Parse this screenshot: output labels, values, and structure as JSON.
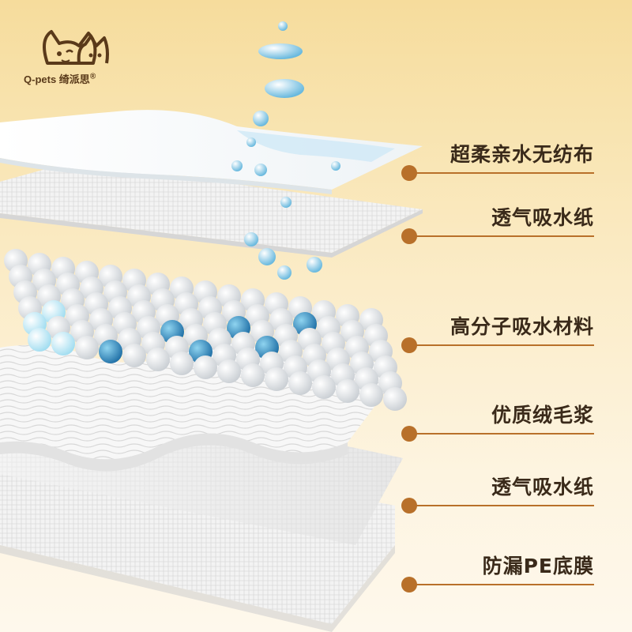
{
  "brand": {
    "name_en": "Q-pets",
    "name_cn": "绮派思",
    "registered_mark": "®"
  },
  "layers": [
    {
      "label": "超柔亲水无纺布"
    },
    {
      "label": "透气吸水纸"
    },
    {
      "label": "高分子吸水材料"
    },
    {
      "label": "优质绒毛浆"
    },
    {
      "label": "透气吸水纸"
    },
    {
      "label": "防漏PE底膜"
    }
  ],
  "colors": {
    "accent": "#b8702a",
    "label_text": "#3a2a1a",
    "water": "#7ec8e8",
    "polymer_blue": "#2a8cc0",
    "background_top": "#f6dc9c",
    "background_bottom": "#fef8ec"
  }
}
